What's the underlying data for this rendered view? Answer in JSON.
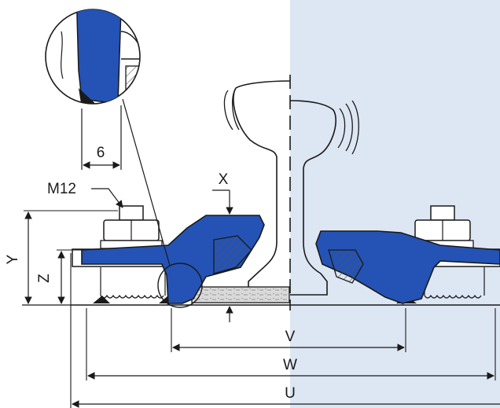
{
  "labels": {
    "six": "6",
    "m12": "M12",
    "x": "X",
    "y": "Y",
    "z": "Z",
    "v": "V",
    "w": "W",
    "u": "U"
  },
  "colors": {
    "clip_blue": "#2453b5",
    "shaded_panel": "#dde6f3",
    "line": "#1a1a1a",
    "hatch": "#555555"
  }
}
